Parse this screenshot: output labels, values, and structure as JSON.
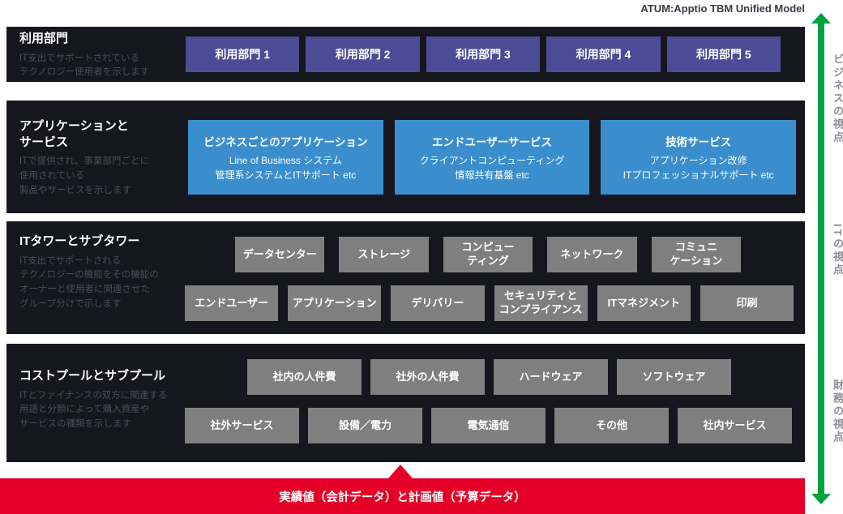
{
  "header": {
    "title": "ATUM:Apptio TBM Unified Model"
  },
  "rows": [
    {
      "title": "利用部門",
      "description": "IT支出でサポートされている\nテクノロジー使用者を示します",
      "boxes": [
        "利用部門 1",
        "利用部門 2",
        "利用部門 3",
        "利用部門 4",
        "利用部門 5"
      ]
    },
    {
      "title": "アプリケーションと\nサービス",
      "description": "ITで提供され、事業部門ごとに\n使用されている\n製品やサービスを示します",
      "boxes": [
        {
          "heading": "ビジネスごとのアプリケーション",
          "lines": "Line of Business システム\n管理系システムとITサポート etc"
        },
        {
          "heading": "エンドユーザーサービス",
          "lines": "クライアントコンピューティング\n情報共有基盤 etc"
        },
        {
          "heading": "技術サービス",
          "lines": "アプリケーション改修\nITプロフェッショナルサポート etc"
        }
      ]
    },
    {
      "title": "ITタワーとサブタワー",
      "description": "IT支出でサポートされる\nテクノロジーの機能をその機能の\nオーナーと使用者に関連させた\nグループ分けで示します",
      "boxes_top": [
        "データセンター",
        "ストレージ",
        "コンピュー\nティング",
        "ネットワーク",
        "コミュニ\nケーション"
      ],
      "boxes_bottom": [
        "エンドユーザー",
        "アプリケーション",
        "デリバリー",
        "セキュリティと\nコンプライアンス",
        "ITマネジメント",
        "印刷"
      ]
    },
    {
      "title": "コストプールとサブプール",
      "description": "ITとファイナンスの双方に関連する\n用語と分類によって購入資産や\nサービスの種類を示します",
      "boxes_top": [
        "社内の人件費",
        "社外の人件費",
        "ハードウェア",
        "ソフトウェア"
      ],
      "boxes_bottom": [
        "社外サービス",
        "設備／電力",
        "電気通信",
        "その他",
        "社内サービス"
      ]
    }
  ],
  "footer": {
    "label": "実績値（会計データ）と計画値（予算データ）"
  },
  "axis_labels": [
    "ビジネスの視点",
    "ITの視点",
    "財務の視点"
  ],
  "colors": {
    "section_bg": "#16161e",
    "department_box": "#4c4c96",
    "service_box": "#3b8ecd",
    "tower_box": "#7f7f7f",
    "footer_bar": "#e60028",
    "axis_arrow": "#00a33c"
  }
}
